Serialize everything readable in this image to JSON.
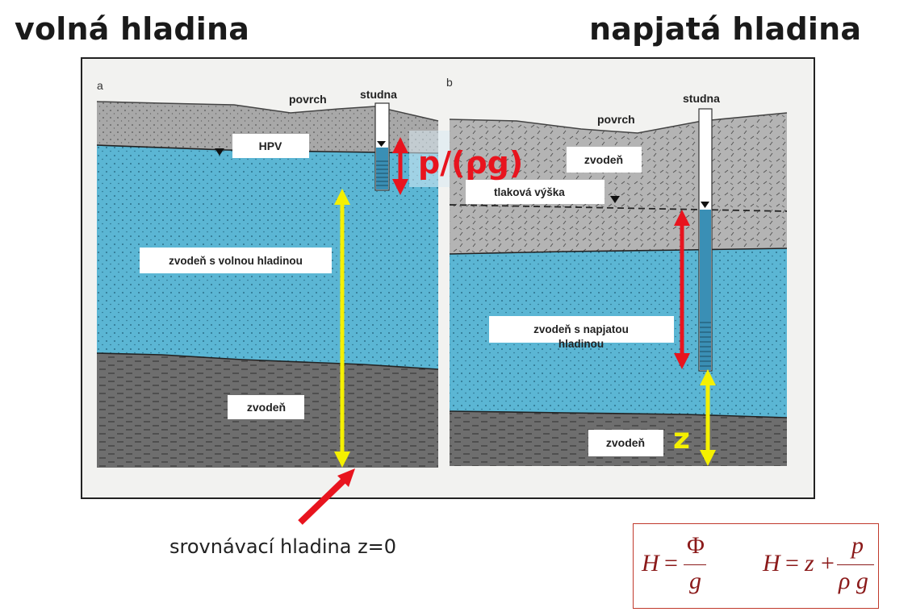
{
  "titles": {
    "left": "volná hladina",
    "right": "napjatá hladina"
  },
  "panel_a": {
    "letter": "a",
    "surface": "povrch",
    "well": "studna",
    "water_table": "HPV",
    "aquifer": "zvodeň s volnou hladinou",
    "aquitard": "zvodeň"
  },
  "panel_b": {
    "letter": "b",
    "surface": "povrch",
    "well": "studna",
    "top_layer": "zvodeň",
    "pressure_head": "tlaková výška",
    "aquifer_line1": "zvodeň s napjatou",
    "aquifer_line2": "hladinou",
    "bottom_layer": "zvodeň"
  },
  "annotations": {
    "pressure_label": "p/(ρg)",
    "z_label": "z"
  },
  "caption": "srovnávací hladina z=0",
  "formulas": {
    "h1_lhs": "H",
    "h1_eq": "=",
    "h1_num": "Φ",
    "h1_den": "g",
    "h2_lhs": "H",
    "h2_eq": "=",
    "h2_z": "z",
    "h2_plus": "+",
    "h2_num": "p",
    "h2_den": "ρ g"
  },
  "colors": {
    "soil": "#a9a9a9",
    "water": "#5bb6d4",
    "bedrock": "#6e6e6e",
    "red_arrow": "#e8141e",
    "yellow_arrow": "#f5f000",
    "formula": "#8b1a1a"
  }
}
